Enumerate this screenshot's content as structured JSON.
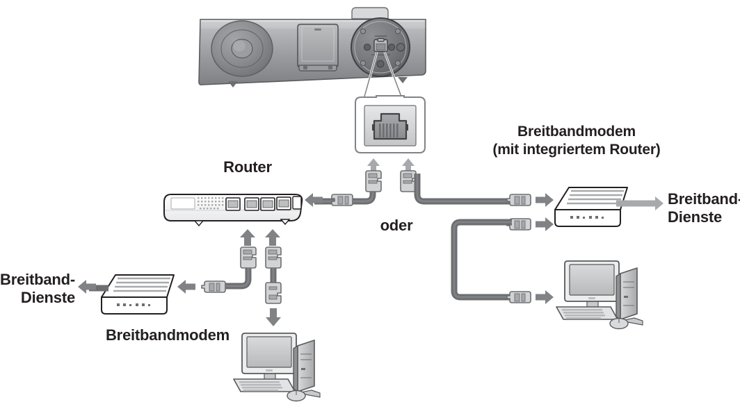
{
  "diagram": {
    "title": "Netzwerkanschluss-Diagramm",
    "language": "de"
  },
  "labels": {
    "router": "Router",
    "oder": "oder",
    "broadband_modem_with_router": "Breitbandmodem\n(mit integriertem Router)",
    "broadband_modem_with_router_line1": "Breitbandmodem",
    "broadband_modem_with_router_line2": "(mit integriertem Router)",
    "broadband_services_right": "Breitband-\nDienste",
    "broadband_services_right_line1": "Breitband-",
    "broadband_services_right_line2": "Dienste",
    "broadband_services_left": "Breitband-\nDienste",
    "broadband_services_left_line1": "Breitband-",
    "broadband_services_left_line2": "Dienste",
    "broadband_modem_left": "Breitbandmodem"
  },
  "devices": {
    "audio_unit": {
      "name": "audio-system-rear-panel",
      "port_label": "LAN",
      "jack_type": "RJ-45"
    },
    "router": {
      "name": "router",
      "port_count": 5
    },
    "modem_right": {
      "name": "broadband-modem-with-integrated-router"
    },
    "modem_left": {
      "name": "broadband-modem"
    },
    "computer_left": {
      "name": "desktop-computer"
    },
    "computer_right": {
      "name": "desktop-computer"
    }
  },
  "icons": {
    "rj45_jack": "ethernet-jack-icon",
    "rj45_plug": "ethernet-plug-icon",
    "arrow_left": "arrow-left-icon",
    "arrow_right": "arrow-right-icon",
    "arrow_up": "arrow-up-icon",
    "arrow_down": "arrow-down-icon"
  },
  "colors": {
    "text": "#231f20",
    "cable": "#6d6e71",
    "arrow": "#808285",
    "device_gray_dark": "#6d6e71",
    "device_gray_mid": "#a7a9ac",
    "device_gray_light": "#d1d3d4",
    "outline": "#231f20",
    "white": "#ffffff",
    "background": "#ffffff"
  }
}
